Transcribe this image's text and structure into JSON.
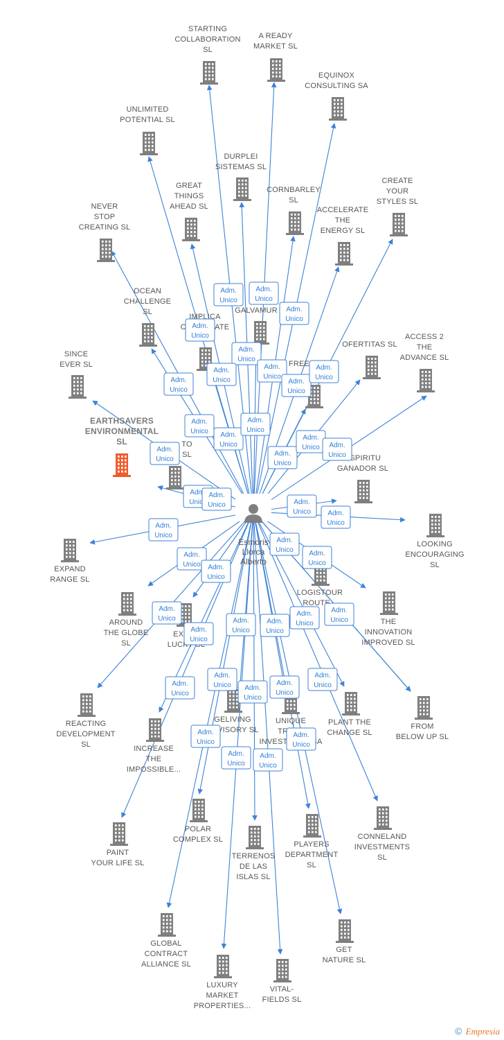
{
  "person": {
    "lines": [
      "Esmoris",
      "Llorca",
      "Alberto"
    ]
  },
  "role_label": [
    "Adm.",
    "Unico"
  ],
  "companies": [
    {
      "id": "starting",
      "lines": [
        "STARTING",
        "COLLABORATION",
        "SL"
      ]
    },
    {
      "id": "ready",
      "lines": [
        "A READY",
        "MARKET  SL"
      ]
    },
    {
      "id": "equinox",
      "lines": [
        "EQUINOX",
        "CONSULTING SA"
      ]
    },
    {
      "id": "unlimited",
      "lines": [
        "UNLIMITED",
        "POTENTIAL  SL"
      ]
    },
    {
      "id": "durplei",
      "lines": [
        "DURPLEI",
        "SISTEMAS  SL"
      ]
    },
    {
      "id": "create",
      "lines": [
        "CREATE",
        "YOUR",
        "STYLES  SL"
      ]
    },
    {
      "id": "great",
      "lines": [
        "GREAT",
        "THINGS",
        "AHEAD  SL"
      ]
    },
    {
      "id": "cornbarley",
      "lines": [
        "CORNBARLEY",
        "SL"
      ]
    },
    {
      "id": "accelerate",
      "lines": [
        "ACCELERATE",
        "THE",
        "ENERGY  SL"
      ]
    },
    {
      "id": "never",
      "lines": [
        "NEVER",
        "STOP",
        "CREATING  SL"
      ]
    },
    {
      "id": "ocean",
      "lines": [
        "OCEAN",
        "CHALLENGE",
        "SL"
      ]
    },
    {
      "id": "implica",
      "lines": [
        "IMPLICA",
        "CORPORATE",
        "F..."
      ]
    },
    {
      "id": "galvamur",
      "lines": [
        "GALVAMUR"
      ]
    },
    {
      "id": "free",
      "lines": [
        "FREE"
      ]
    },
    {
      "id": "ofertitas",
      "lines": [
        "OFERTITAS  SL"
      ]
    },
    {
      "id": "access",
      "lines": [
        "ACCESS 2",
        "THE",
        "ADVANCE  SL"
      ]
    },
    {
      "id": "since",
      "lines": [
        "SINCE",
        "EVER  SL"
      ]
    },
    {
      "id": "earthsavers",
      "lines": [
        "EARTHSAVERS",
        "ENVIRONMENTAL",
        "SL"
      ]
    },
    {
      "id": "to",
      "lines": [
        "TO",
        "SL"
      ]
    },
    {
      "id": "espiritu",
      "lines": [
        "ESPIRITU",
        "GANADOR SL"
      ]
    },
    {
      "id": "expand",
      "lines": [
        "EXPAND",
        "RANGE  SL"
      ]
    },
    {
      "id": "looking",
      "lines": [
        "LOOKING",
        "ENCOURAGING",
        "SL"
      ]
    },
    {
      "id": "logistour",
      "lines": [
        "LOGISTOUR",
        "ROUTE..."
      ]
    },
    {
      "id": "around",
      "lines": [
        "AROUND",
        "THE GLOBE",
        "SL"
      ]
    },
    {
      "id": "extra",
      "lines": [
        "EXTRA",
        "LUCKY  SL"
      ]
    },
    {
      "id": "innovation",
      "lines": [
        "THE",
        "INNOVATION",
        "IMPROVED  SL"
      ]
    },
    {
      "id": "reacting",
      "lines": [
        "REACTING",
        "DEVELOPMENT",
        "SL"
      ]
    },
    {
      "id": "increase",
      "lines": [
        "INCREASE",
        "THE",
        "IMPOSSIBLE..."
      ]
    },
    {
      "id": "gelving",
      "lines": [
        "GELIVING",
        "ADVISORY  SL"
      ]
    },
    {
      "id": "unique",
      "lines": [
        "UNIQUE",
        "TRUST",
        "INVESTMENT SA"
      ]
    },
    {
      "id": "plant",
      "lines": [
        "PLANT THE",
        "CHANGE  SL"
      ]
    },
    {
      "id": "frombelow",
      "lines": [
        "FROM",
        "BELOW UP  SL"
      ]
    },
    {
      "id": "polar",
      "lines": [
        "POLAR",
        "COMPLEX  SL"
      ]
    },
    {
      "id": "terrenos",
      "lines": [
        "TERRENOS",
        "DE LAS",
        "ISLAS  SL"
      ]
    },
    {
      "id": "players",
      "lines": [
        "PLAYERS",
        "DEPARTMENT",
        "SL"
      ]
    },
    {
      "id": "conneland",
      "lines": [
        "CONNELAND",
        "INVESTMENTS",
        "SL"
      ]
    },
    {
      "id": "paint",
      "lines": [
        "PAINT",
        "YOUR LIFE  SL"
      ]
    },
    {
      "id": "global",
      "lines": [
        "GLOBAL",
        "CONTRACT",
        "ALLIANCE  SL"
      ]
    },
    {
      "id": "luxury",
      "lines": [
        "LUXURY",
        "MARKET",
        "PROPERTIES..."
      ]
    },
    {
      "id": "vital",
      "lines": [
        "VITAL-",
        "FIELDS  SL"
      ]
    },
    {
      "id": "getnature",
      "lines": [
        "GET",
        "NATURE  SL"
      ]
    }
  ],
  "colors": {
    "edge": "#3c82d6",
    "building": "#7f7f7f",
    "focus_building": "#ef5b2b",
    "label": "#555555"
  },
  "footer": {
    "copyright": "©",
    "brand": "Empresia"
  }
}
